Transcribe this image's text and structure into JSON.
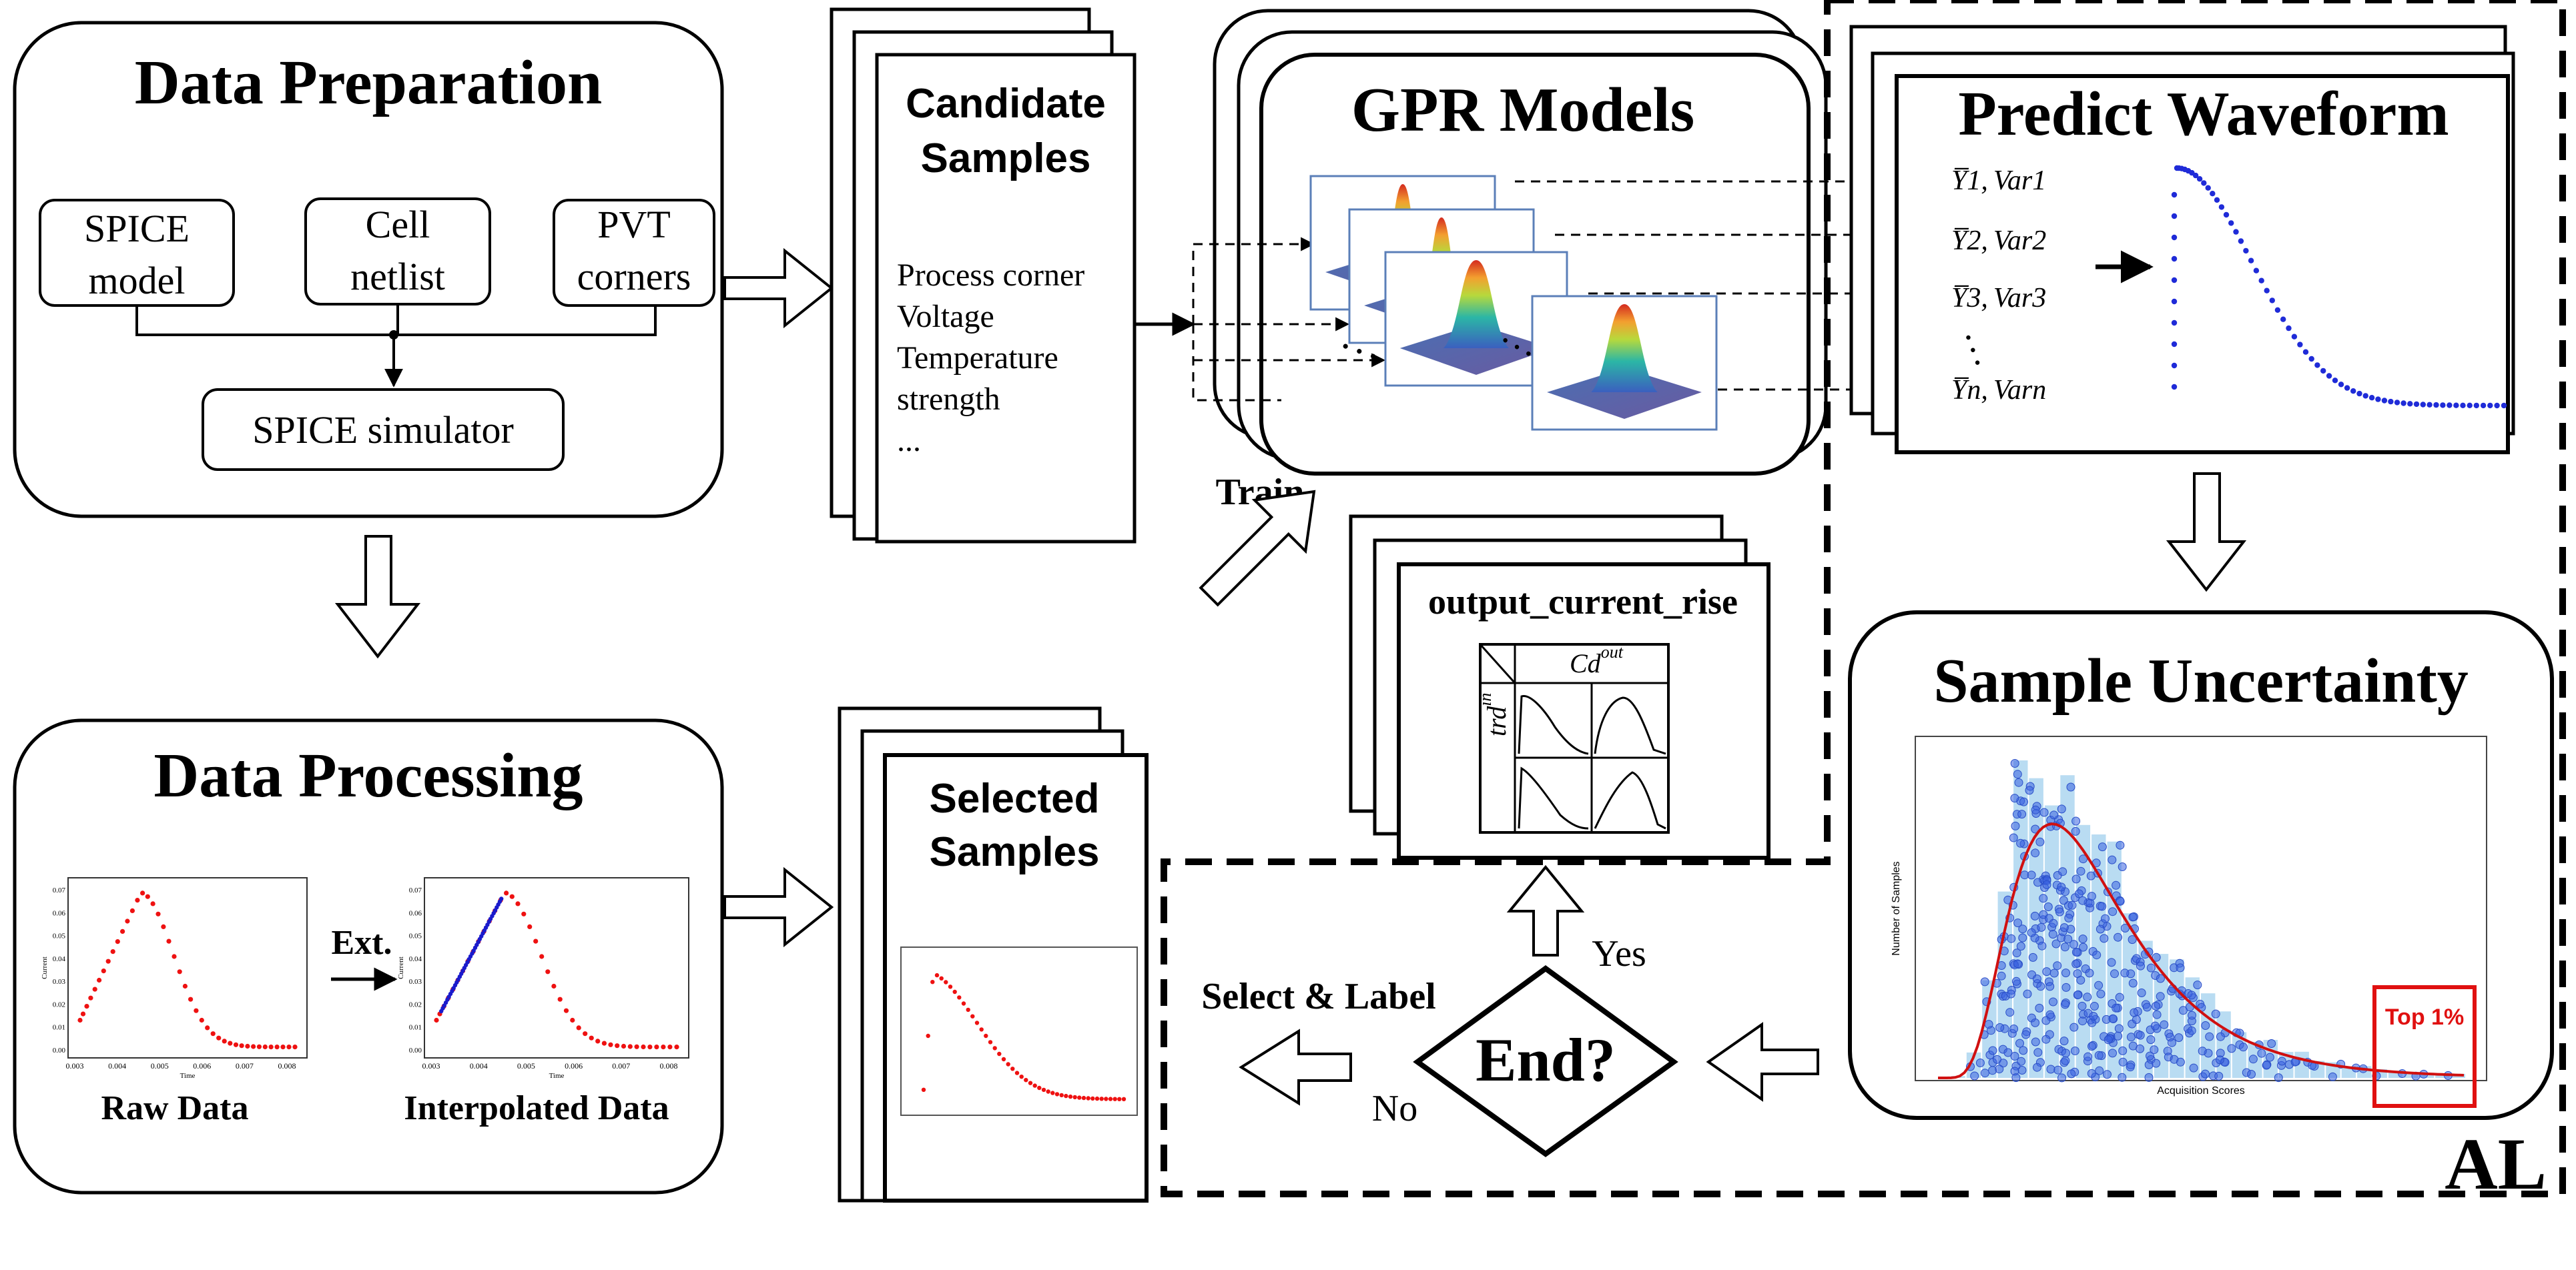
{
  "data_preparation": {
    "title": "Data Preparation",
    "spice_model": [
      "SPICE",
      "model"
    ],
    "cell_netlist": [
      "Cell",
      "netlist"
    ],
    "pvt_corners": [
      "PVT",
      "corners"
    ],
    "simulator": "SPICE simulator"
  },
  "data_processing": {
    "title": "Data Processing",
    "ext_label": "Ext.",
    "raw_caption": "Raw Data",
    "interp_caption": "Interpolated Data",
    "x_ticks": [
      "0.003",
      "0.004",
      "0.005",
      "0.006",
      "0.007",
      "0.008"
    ],
    "y_ticks": [
      "0.00",
      "0.01",
      "0.02",
      "0.03",
      "0.04",
      "0.05",
      "0.06",
      "0.07"
    ],
    "xlabel": "Time",
    "ylabel": "Current"
  },
  "candidate_samples": {
    "title": [
      "Candidate",
      "Samples"
    ],
    "items": [
      "Process corner",
      "Voltage",
      "Temperature",
      "strength",
      "..."
    ]
  },
  "selected_samples": {
    "title": [
      "Selected",
      "Samples"
    ]
  },
  "train_label": "Train",
  "gpr_models": {
    "title": "GPR Models"
  },
  "predict_waveform": {
    "title": "Predict Waveform",
    "outputs": [
      {
        "mean": "Y̅1,",
        "var": "Var1"
      },
      {
        "mean": "Y̅2,",
        "var": "Var2"
      },
      {
        "mean": "Y̅3,",
        "var": "Var3"
      },
      {
        "mean": "Y̅n,",
        "var": "Varn"
      }
    ]
  },
  "output_table": {
    "title": "output_current_rise",
    "col_label": "Cd",
    "col_sup": "out",
    "row_label": "trd",
    "row_sup": "in"
  },
  "sample_uncertainty": {
    "title": "Sample Uncertainty",
    "xlabel": "Acquisition Scores",
    "ylabel": "Number of Samples",
    "top_label": "Top 1%"
  },
  "decision": {
    "label": "End?",
    "yes": "Yes",
    "no": "No",
    "select_label": "Select & Label"
  },
  "al_label": "AL",
  "colors": {
    "raw_points": "#ee1111",
    "interp_points": "#1a1acc",
    "waveform_points": "#1f2bd8",
    "hist_fill": "#b9dcf2",
    "hist_points": "#3a63e0",
    "curve": "#d01010",
    "top_box": "#e01010"
  }
}
